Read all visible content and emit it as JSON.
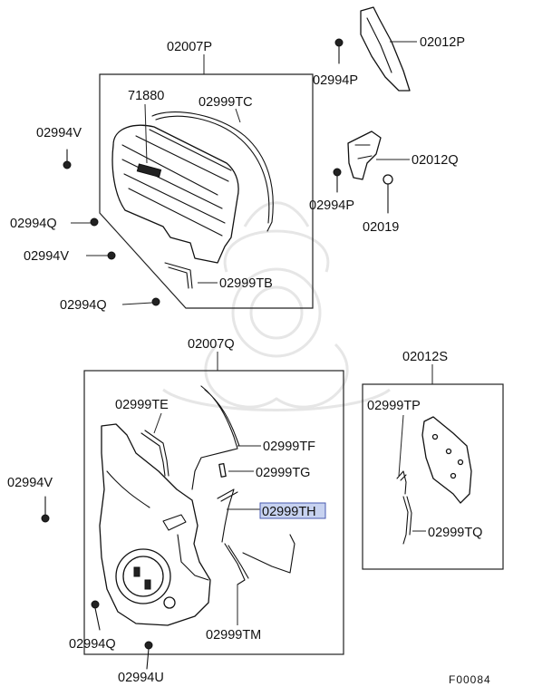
{
  "labels": {
    "p02007P": "02007P",
    "p02012P": "02012P",
    "p02994P_top": "02994P",
    "p71880": "71880",
    "p02999TC": "02999TC",
    "p02994V_top": "02994V",
    "p02012Q": "02012Q",
    "p02994P_mid": "02994P",
    "p02019": "02019",
    "p02994Q_top": "02994Q",
    "p02994V_mid": "02994V",
    "p02999TB": "02999TB",
    "p02994Q_mid": "02994Q",
    "p02007Q": "02007Q",
    "p02012S": "02012S",
    "p02999TE": "02999TE",
    "p02999TP": "02999TP",
    "p02999TF": "02999TF",
    "p02999TG": "02999TG",
    "p02994V_low": "02994V",
    "p02999TH": "02999TH",
    "p02999TQ": "02999TQ",
    "p02999TM": "02999TM",
    "p02994Q_low": "02994Q",
    "p02994U": "02994U",
    "figure_code": "F00084"
  },
  "highlight": {
    "part": "02999TH",
    "color": "#c7d2f0"
  }
}
